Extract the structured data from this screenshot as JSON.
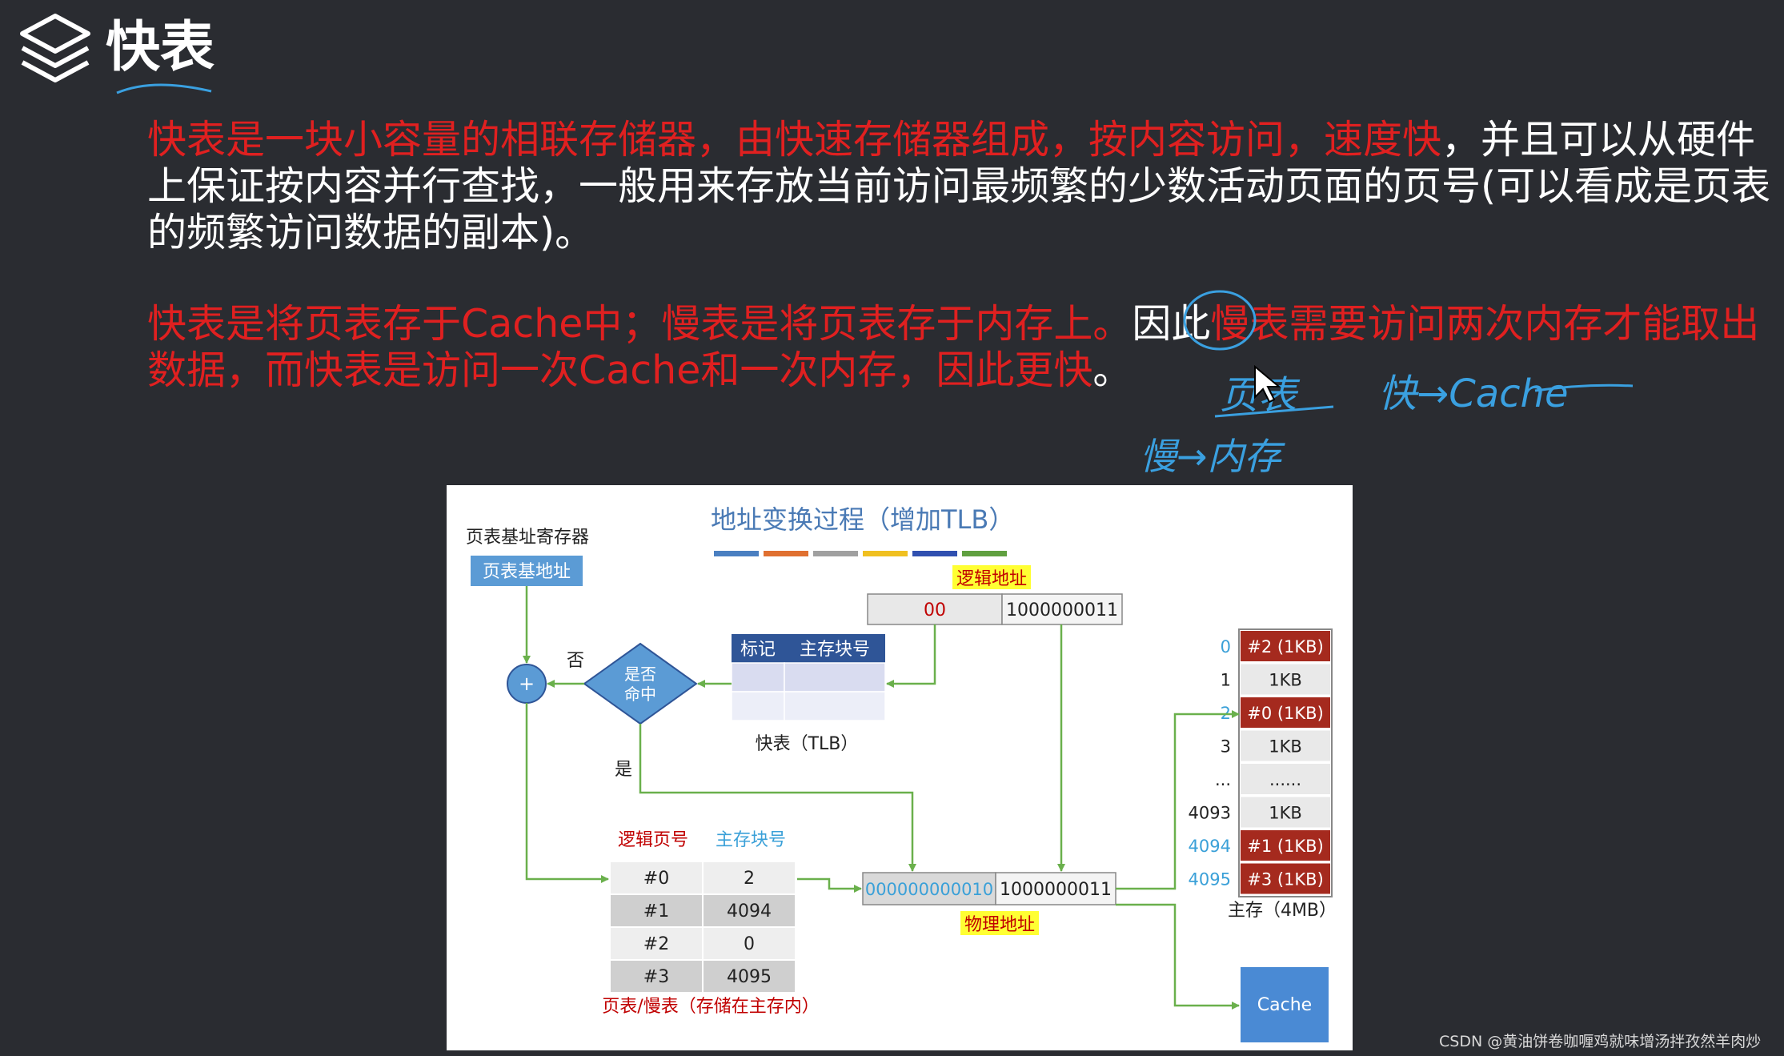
{
  "slide": {
    "title": "快表",
    "icon": "layers-icon"
  },
  "paragraph1": {
    "red_part": "快表是一块小容量的相联存储器，由快速存储器组成，按内容访问，速度快",
    "white_part": "，并且可以从硬件上保证按内容并行查找，一般用来存放当前访问最频繁的少数活动页面的页号(可以看成是页表的频繁访问数据的副本)。"
  },
  "paragraph2": {
    "red_part1": "快表是将页表存于Cache中；慢表是将页表存于内存上。",
    "white_part1": "因此",
    "red_part2": "慢表需要访问两次内存才能取出数据，而快表是访问一次Cache和一次内存，因此更快",
    "white_part2": "。"
  },
  "handwriting": {
    "note1": "页表",
    "note2": "慢→内存",
    "note3": "快→Cache"
  },
  "diagram": {
    "title": "地址变换过程（增加TLB）",
    "title_color": "#4a7ab5",
    "color_bar": [
      "#4a7fc1",
      "#e07030",
      "#a0a0a0",
      "#f0c020",
      "#3050b0",
      "#60a040"
    ],
    "page_table_base_register_label": "页表基址寄存器",
    "page_table_base_label": "页表基地址",
    "logical_address_label": "逻辑地址",
    "logical_address_page": "00",
    "logical_address_offset": "1000000011",
    "tlb_header_tag": "标记",
    "tlb_header_frame": "主存块号",
    "tlb_caption": "快表（TLB）",
    "decision_text": "是否命中",
    "plus_symbol": "+",
    "no_label": "否",
    "yes_label": "是",
    "page_table_header_page": "逻辑页号",
    "page_table_header_frame": "主存块号",
    "page_table_rows": [
      {
        "page": "#0",
        "frame": "2"
      },
      {
        "page": "#1",
        "frame": "4094"
      },
      {
        "page": "#2",
        "frame": "0"
      },
      {
        "page": "#3",
        "frame": "4095"
      }
    ],
    "page_table_caption": "页表/慢表（存储在主存内）",
    "physical_address_frame": "000000000010",
    "physical_address_offset": "1000000011",
    "physical_address_label": "物理地址",
    "memory_rows": [
      {
        "index": "0",
        "content": "#2 (1KB)",
        "highlight": true,
        "index_blue": true
      },
      {
        "index": "1",
        "content": "1KB",
        "highlight": false,
        "index_blue": false
      },
      {
        "index": "2",
        "content": "#0 (1KB)",
        "highlight": true,
        "index_blue": true
      },
      {
        "index": "3",
        "content": "1KB",
        "highlight": false,
        "index_blue": false
      },
      {
        "index": "...",
        "content": "......",
        "highlight": false,
        "index_blue": false
      },
      {
        "index": "4093",
        "content": "1KB",
        "highlight": false,
        "index_blue": false
      },
      {
        "index": "4094",
        "content": "#1 (1KB)",
        "highlight": true,
        "index_blue": true
      },
      {
        "index": "4095",
        "content": "#3 (1KB)",
        "highlight": true,
        "index_blue": true
      }
    ],
    "memory_caption": "主存（4MB）",
    "cache_label": "Cache"
  },
  "watermark": "CSDN @黄油饼卷咖喱鸡就味增汤拌孜然羊肉炒"
}
